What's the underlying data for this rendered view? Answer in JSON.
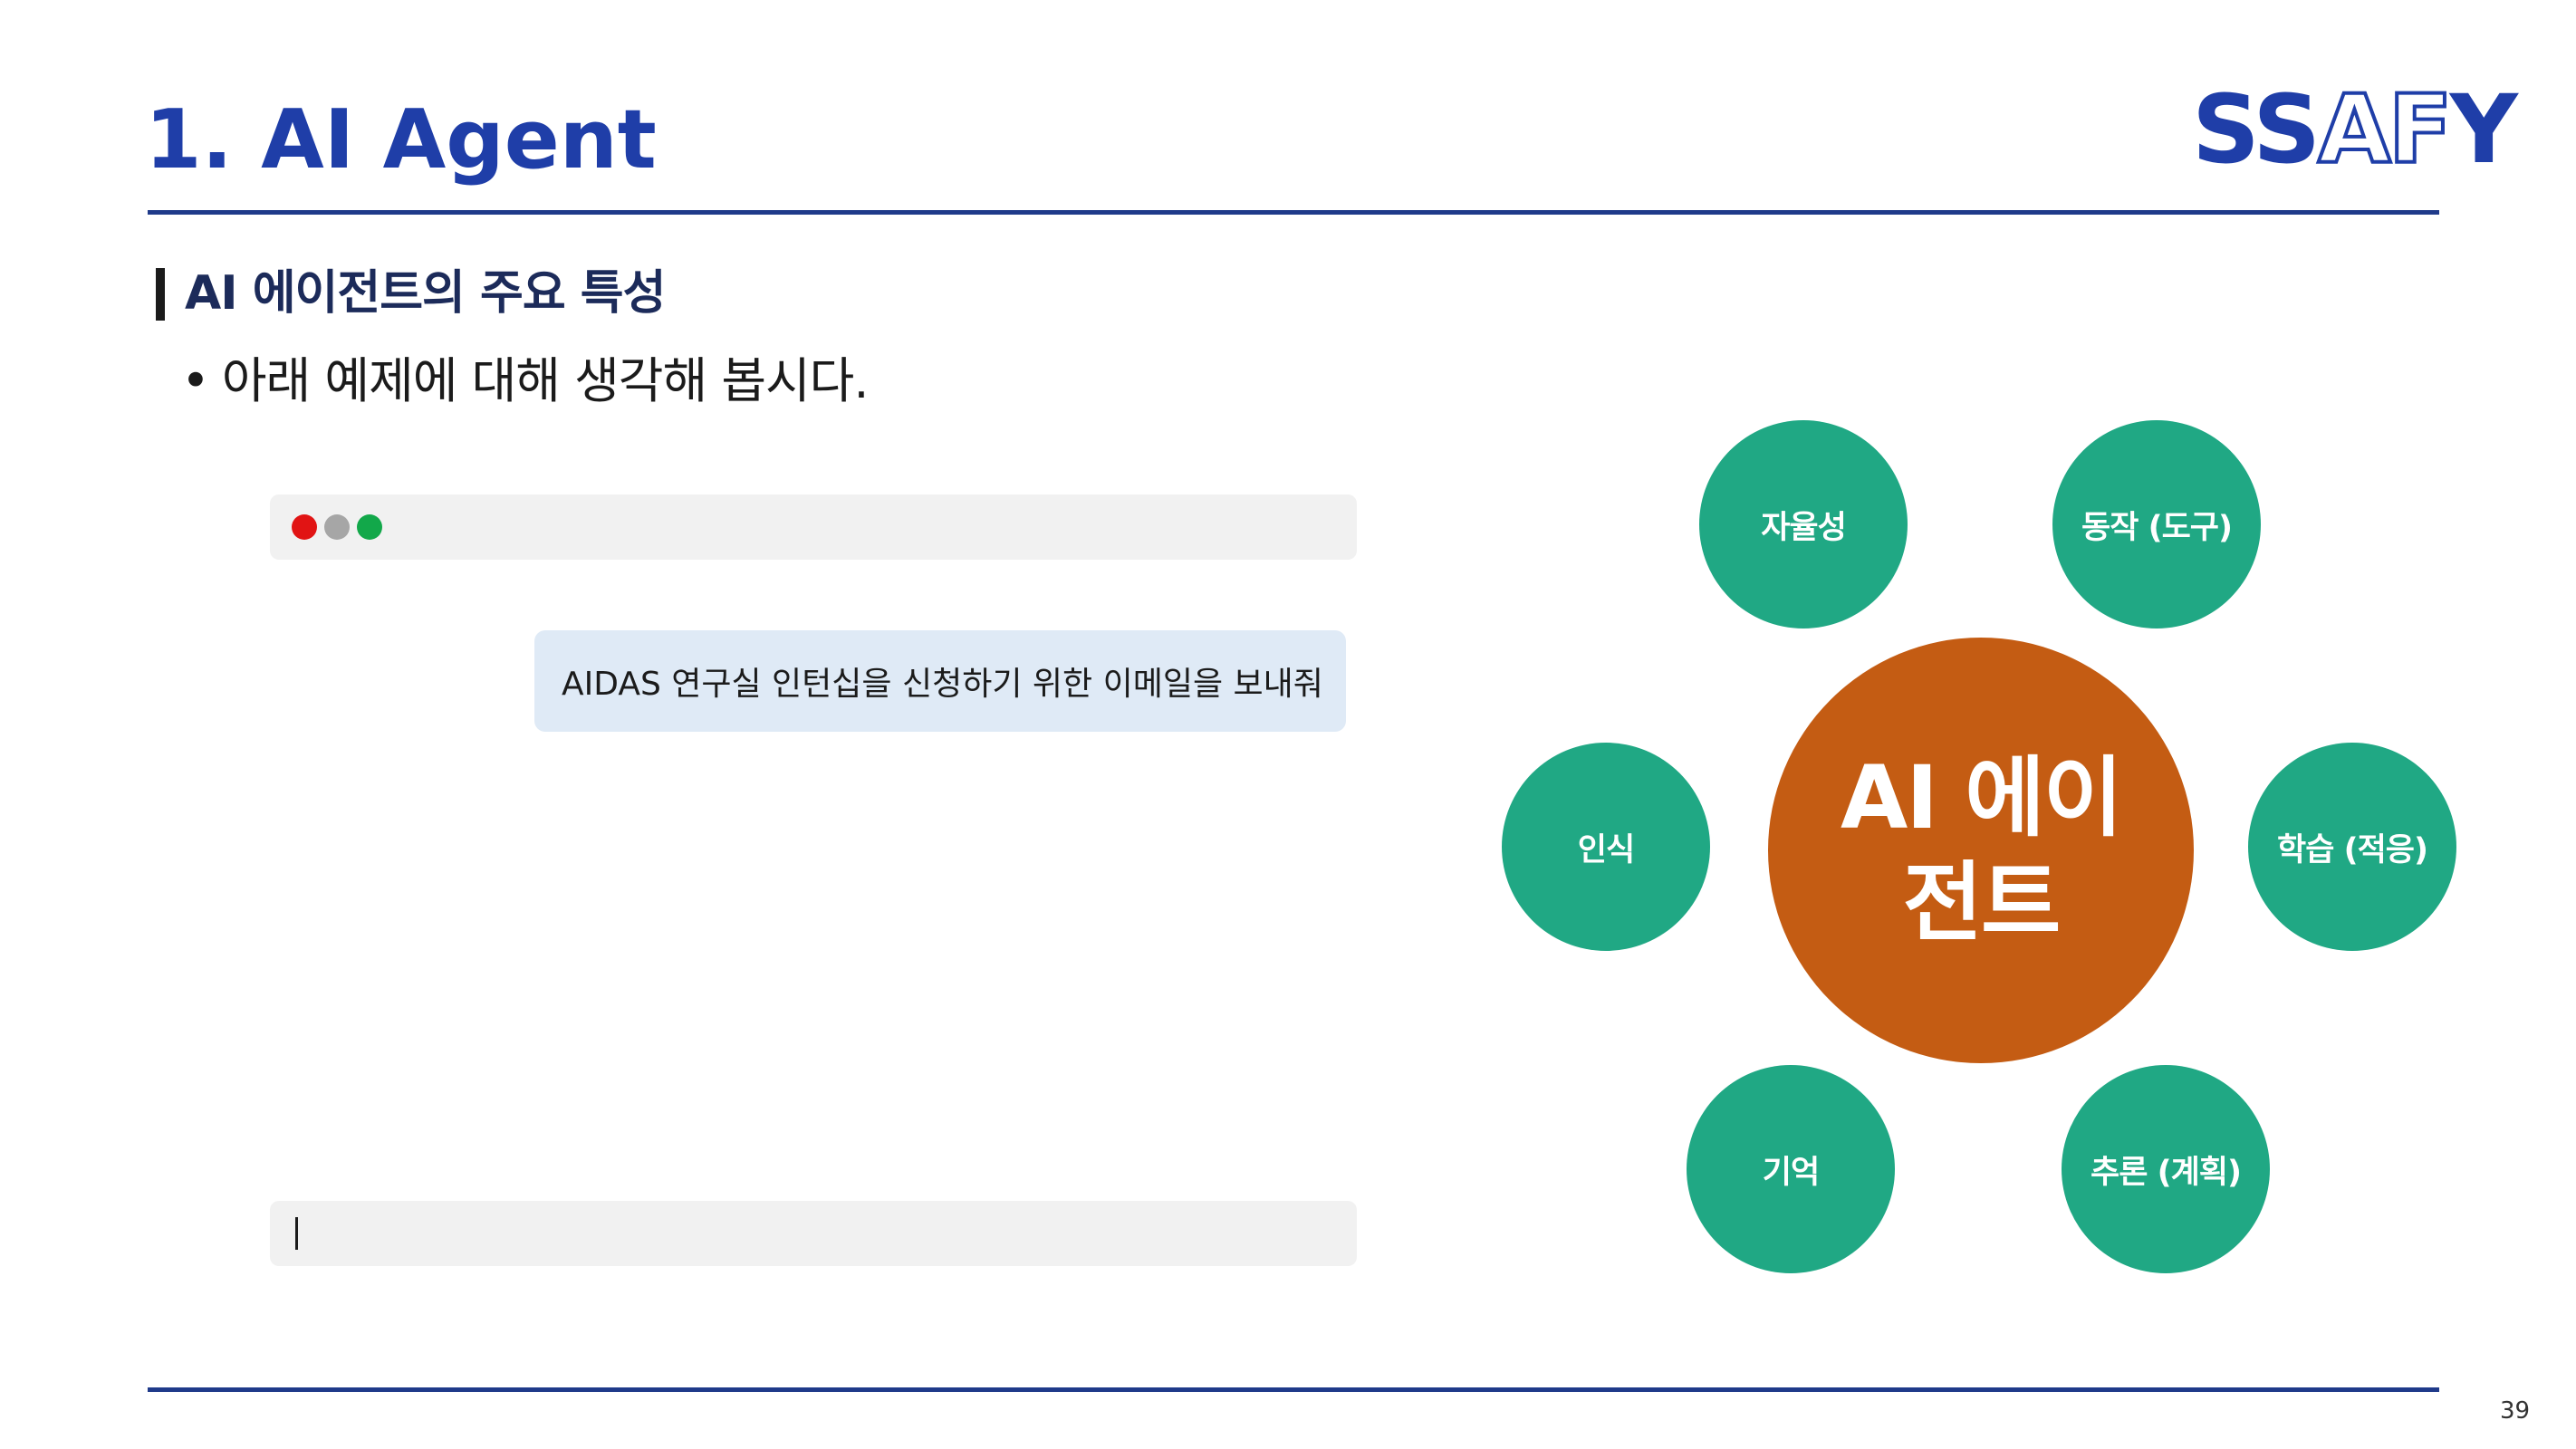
{
  "header": {
    "title": "1. AI Agent",
    "logo_text_part1": "SS",
    "logo_text_part2": "AF",
    "logo_text_part3": "Y"
  },
  "section": {
    "heading": "AI 에이전트의 주요 특성",
    "bullet_marker": "•",
    "bullet_text": "아래 예제에 대해 생각해 봅시다."
  },
  "chat": {
    "user_message": "AIDAS 연구실 인턴십을 신청하기 위한 이메일을 보내줘",
    "window_controls": [
      "close-dot",
      "minimize-dot",
      "maximize-dot"
    ]
  },
  "diagram": {
    "center_label": "AI 에이전트",
    "nodes": [
      "자율성",
      "동작 (도구)",
      "인식",
      "학습 (적응)",
      "기억",
      "추론 (계획)"
    ],
    "colors": {
      "node": "#20a884",
      "center": "#c45c13"
    }
  },
  "footer": {
    "page_number": "39"
  }
}
